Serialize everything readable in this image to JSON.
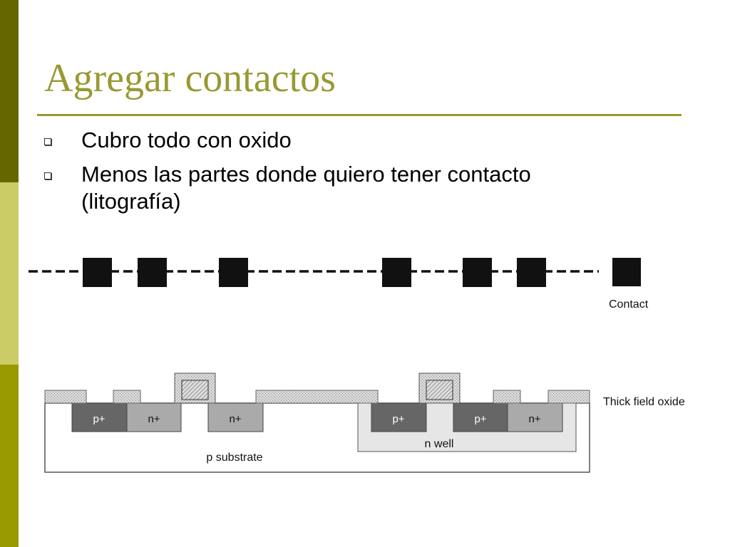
{
  "slide": {
    "title": "Agregar contactos",
    "bullets": [
      "Cubro todo con oxido",
      "Menos las partes donde quiero tener contacto (litografía)"
    ]
  },
  "diagram": {
    "legend": {
      "contact": "Contact",
      "thick_field_oxide": "Thick field oxide"
    },
    "regions": {
      "p_substrate": "p substrate",
      "n_well": "n well"
    },
    "diffusions": [
      "p+",
      "n+",
      "n+",
      "p+",
      "p+",
      "n+"
    ]
  },
  "colors": {
    "accent": "#999933",
    "sidebar_dark": "#666600",
    "sidebar_light": "#cccc66",
    "sidebar_mid": "#999900",
    "p_plus": "#666666",
    "n_plus": "#aaaaaa",
    "n_well": "#e6e6e6"
  }
}
